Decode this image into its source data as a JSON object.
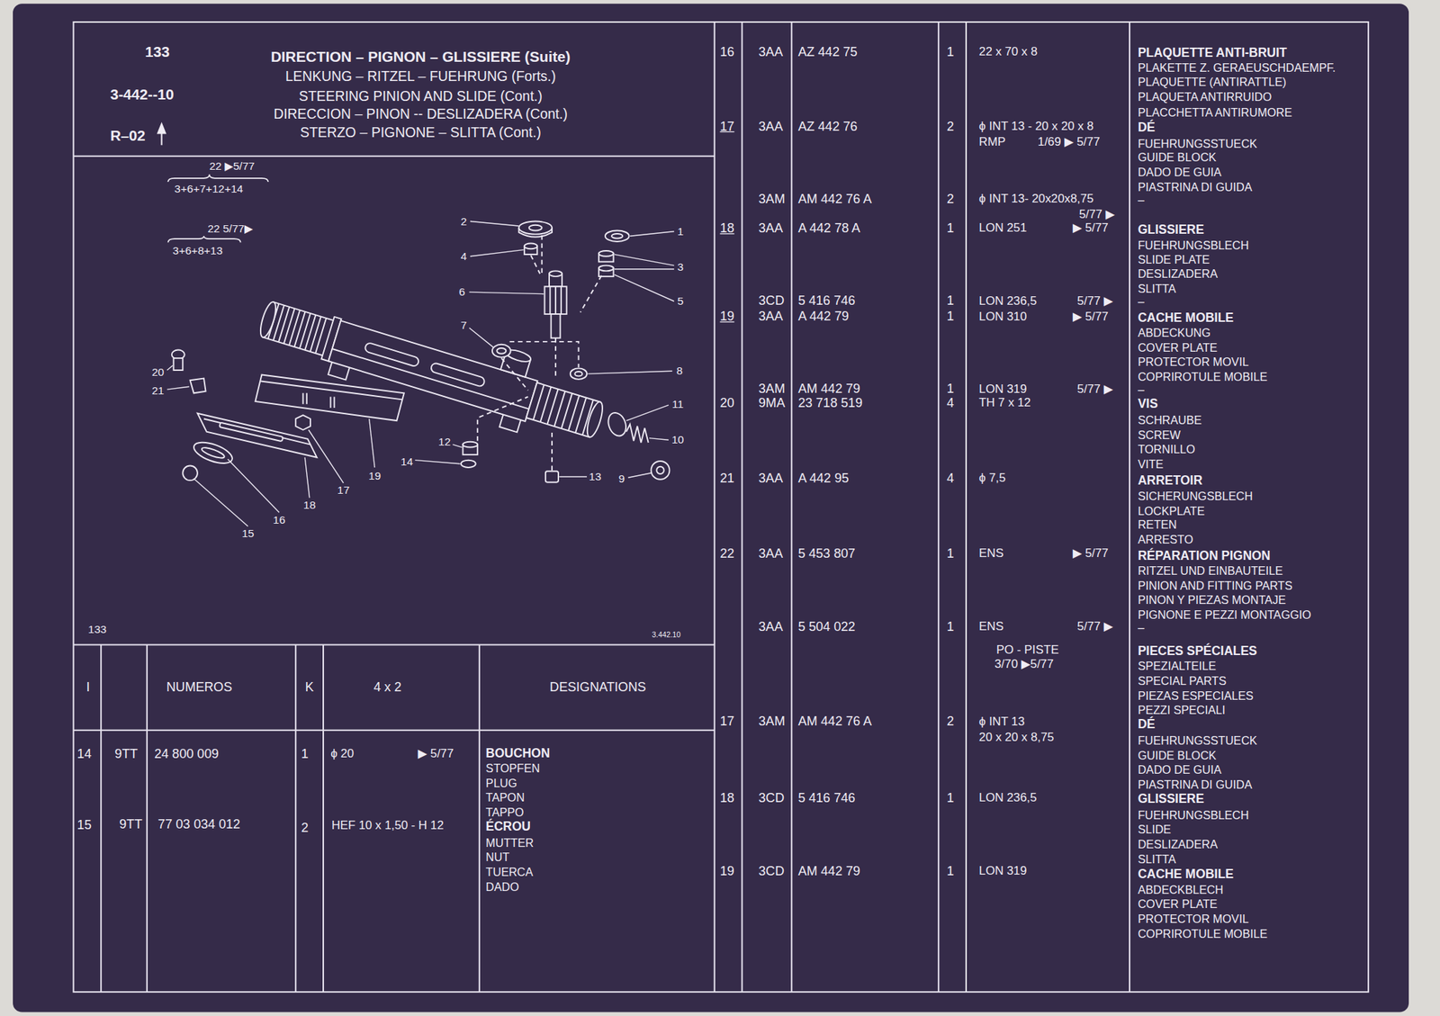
{
  "diagram": {
    "title": "DIRECTION – PIGNON – GLISSIERE (Suite)",
    "labels": [
      "133",
      "3-442--10",
      "R–02",
      "LENKUNG – RITZEL – FUEHRUNG (Forts.)",
      "STEERING PINION AND SLIDE (Cont.)",
      "DIRECCION – PINON -- DESLIZADERA (Cont.)",
      "STERZO – PIGNONE – SLITTA (Cont.)",
      "22 ▶5/77",
      "3+6+7+12+14",
      "22 5/77▶",
      "3+6+8+13",
      "2",
      "1",
      "4",
      "3",
      "6",
      "5",
      "7",
      "8",
      "20",
      "21",
      "11",
      "10",
      "12",
      "14",
      "19",
      "13",
      "9",
      "17",
      "18",
      "16",
      "15",
      "133",
      "3.442.10",
      "I",
      "NUMEROS",
      "K",
      "4 x 2",
      "DESIGNATIONS",
      "14",
      "9TT",
      "24 800 009",
      "1",
      "ϕ 20",
      "▶ 5/77",
      "BOUCHON",
      "STOPFEN",
      "PLUG",
      "TAPON",
      "TAPPO",
      "15",
      "9TT",
      "77 03 034 012",
      "2",
      "HEF 10 x 1,50 - H 12",
      "ÉCROU",
      "MUTTER",
      "NUT",
      "TUERCA",
      "DADO",
      "16",
      "3AA",
      "AZ 442 75",
      "1",
      "22 x 70 x 8",
      "PLAQUETTE ANTI-BRUIT",
      "PLAKETTE Z. GERAEUSCHDAEMPF.",
      "PLAQUETTE (ANTIRATTLE)",
      "PLAQUETA ANTIRRUIDO",
      "PLACCHETTA ANTIRUMORE",
      "17",
      "3AA",
      "AZ 442 76",
      "2",
      "ϕ INT 13 - 20 x 20 x 8",
      "RMP",
      "1/69 ▶ 5/77",
      "DÉ",
      "FUEHRUNGSSTUECK",
      "GUIDE BLOCK",
      "DADO DE GUIA",
      "PIASTRINA DI GUIDA",
      "3AM",
      "AM 442 76 A",
      "2",
      "ϕ INT 13- 20x20x8,75",
      "5/77 ▶",
      "–",
      "18",
      "3AA",
      "A 442 78 A",
      "1",
      "LON 251",
      "▶ 5/77",
      "GLISSIERE",
      "FUEHRUNGSBLECH",
      "SLIDE PLATE",
      "DESLIZADERA",
      "SLITTA",
      "3CD",
      "5 416 746",
      "1",
      "LON 236,5",
      "5/77 ▶",
      "–",
      "19",
      "3AA",
      "A 442 79",
      "1",
      "LON 310",
      "▶ 5/77",
      "CACHE MOBILE",
      "ABDECKUNG",
      "COVER PLATE",
      "PROTECTOR MOVIL",
      "COPRIROTULE MOBILE",
      "3AM",
      "AM 442 79",
      "1",
      "LON 319",
      "5/77 ▶",
      "–",
      "20",
      "9MA",
      "23 718 519",
      "4",
      "TH 7 x 12",
      "VIS",
      "SCHRAUBE",
      "SCREW",
      "TORNILLO",
      "VITE",
      "21",
      "3AA",
      "A 442 95",
      "4",
      "ϕ 7,5",
      "ARRETOIR",
      "SICHERUNGSBLECH",
      "LOCKPLATE",
      "RETEN",
      "ARRESTO",
      "22",
      "3AA",
      "5 453 807",
      "1",
      "ENS",
      "▶ 5/77",
      "RÉPARATION PIGNON",
      "RITZEL UND EINBAUTEILE",
      "PINION AND FITTING PARTS",
      "PINON Y PIEZAS MONTAJE",
      "PIGNONE E PEZZI MONTAGGIO",
      "3AA",
      "5 504 022",
      "1",
      "ENS",
      "5/77 ▶",
      "–",
      "PO - PISTE",
      "3/70 ▶5/77",
      "PIECES SPÉCIALES",
      "SPEZIALTEILE",
      "SPECIAL PARTS",
      "PIEZAS ESPECIALES",
      "PEZZI SPECIALI",
      "17",
      "3AM",
      "AM 442 76 A",
      "2",
      "ϕ INT 13",
      "20 x 20 x 8,75",
      "DÉ",
      "FUEHRUNGSSTUECK",
      "GUIDE BLOCK",
      "DADO DE GUIA",
      "PIASTRINA DI GUIDA",
      "18",
      "3CD",
      "5 416 746",
      "1",
      "LON 236,5",
      "GLISSIERE",
      "FUEHRUNGSBLECH",
      "SLIDE",
      "DESLIZADERA",
      "SLITTA",
      "19",
      "3CD",
      "AM 442 79",
      "1",
      "LON 319",
      "CACHE MOBILE",
      "ABDECKBLECH",
      "COVER PLATE",
      "PROTECTOR MOVIL",
      "COPRIROTULE MOBILE"
    ]
  }
}
